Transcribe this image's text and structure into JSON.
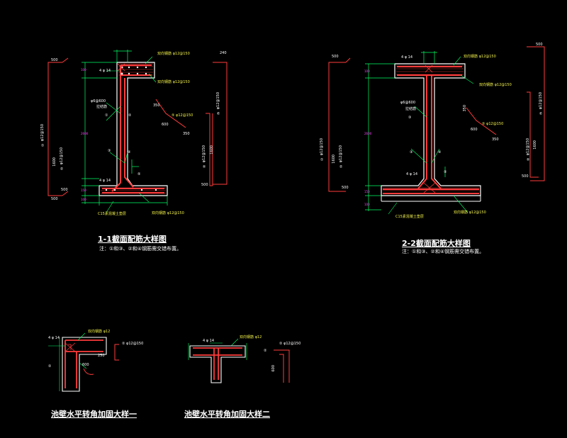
{
  "drawing1": {
    "title": "1-1截面配筋大样图",
    "note": "注：①和③、②和④钢筋需交错布置。",
    "rebar_top": "双向钢筋 φ12@150",
    "rebar_top2": "双向钢筋 φ12@150",
    "bar_4_14": "4 φ 14",
    "tie": "φ6@600",
    "tie2": "拉结筋",
    "bar5": "⑤ φ12@150",
    "dim_350a": "350",
    "dim_600": "600",
    "dim_350b": "350",
    "dim_240": "240",
    "bar3_right": "③ φ12@150",
    "bar4_right": "④ φ12@150",
    "dim_1600r": "1600",
    "dim_500r": "500",
    "bar1_left": "① φ12@150",
    "bar2_left": "② φ12@150",
    "dim_1600l": "1600",
    "dim_500l": "500",
    "dim_500top": "500",
    "dim_500bot": "500",
    "bottom_label": "C15素混凝土垫层",
    "bottom_rebar": "双向钢筋 φ12@150",
    "bar_4_14b": "4 φ 14",
    "n1": "①",
    "n2": "②",
    "n3": "③",
    "n4": "④",
    "n5": "⑤"
  },
  "drawing2": {
    "title": "2-2截面配筋大样图",
    "note": "注：①和③、②和④钢筋需交错布置。",
    "rebar_top": "双向钢筋 φ12@150",
    "rebar_top2": "双向钢筋 φ12@150",
    "bar_4_14": "4 φ 14",
    "tie": "φ6@600",
    "tie2": "拉结筋",
    "bar5": "⑤ φ12@150",
    "dim_350a": "350",
    "dim_600": "600",
    "dim_350b": "350",
    "bar3_right": "③ φ12@150",
    "bar4_right": "④ φ12@150",
    "dim_1600r": "1600",
    "dim_500r": "500",
    "dim_500rt": "500",
    "bar1_left": "① φ12@150",
    "bar2_left": "② φ12@150",
    "dim_1600l": "1600",
    "dim_500l": "500",
    "dim_500top": "500",
    "bottom_label": "C15素混凝土垫层",
    "bottom_rebar": "双向钢筋 φ12@150",
    "bar_4_14b": "4 φ 14",
    "n3": "③",
    "n4": "④",
    "n5": "⑤"
  },
  "detail1": {
    "title": "池壁水平转角加固大样一",
    "label_top": "双向钢筋 φ12",
    "bar": "4 φ 14",
    "rebar": "② φ12@150",
    "d1": "250",
    "d2": "600",
    "n2": "②"
  },
  "detail2": {
    "title": "池壁水平转角加固大样二",
    "label_top": "双向钢筋 φ12",
    "bar": "4 φ 14",
    "rebar": "② φ12@150",
    "d1": "600",
    "n2": "②"
  },
  "colors": {
    "background": "#000000",
    "concrete_outline": "#ffffff",
    "rebar": "#ff3b3b",
    "dimension": "#00ff66",
    "hatch": "#ff3b3b",
    "text_yellow": "#f2f24a",
    "magenta": "#ff40ff"
  }
}
